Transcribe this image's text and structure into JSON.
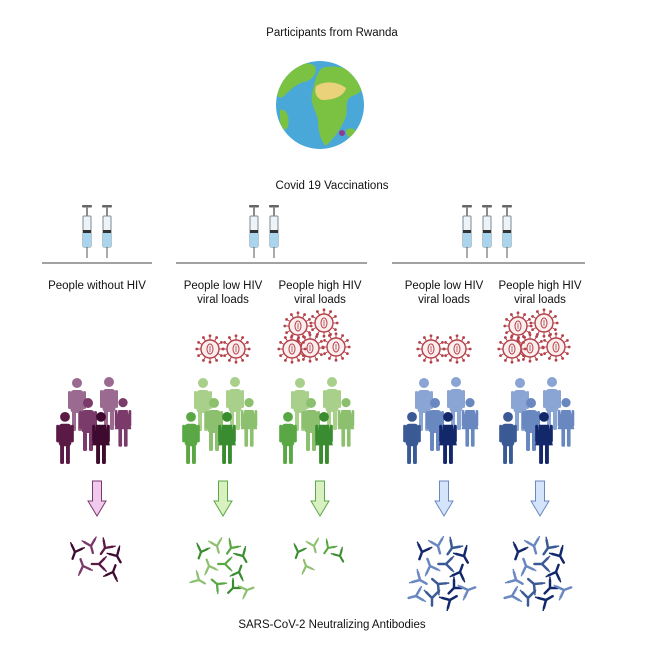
{
  "header": {
    "title": "Participants from Rwanda"
  },
  "vaccination": {
    "label": "Covid 19 Vaccinations"
  },
  "groups": [
    {
      "label": "People without HIV",
      "syringes": 2,
      "viruses": 0,
      "palette": "purple"
    },
    {
      "label_line1": "People low HIV",
      "label_line2": "viral loads",
      "syringes": 2,
      "viruses": 2,
      "palette": "green"
    },
    {
      "label_line1": "People high HIV",
      "label_line2": "viral loads",
      "syringes": 2,
      "viruses": 5,
      "palette": "green"
    },
    {
      "label_line1": "People low HIV",
      "label_line2": "viral loads",
      "syringes": 3,
      "viruses": 2,
      "palette": "blue"
    },
    {
      "label_line1": "People high HIV",
      "label_line2": "viral loads",
      "syringes": 3,
      "viruses": 5,
      "palette": "blue"
    }
  ],
  "footer": {
    "label": "SARS-CoV-2 Neutralizing Antibodies"
  },
  "colors": {
    "ocean": "#4aa8d8",
    "land": "#7cc242",
    "desert": "#e9d27a",
    "rwanda_marker": "#8e3a8e",
    "virus": "#b5424a",
    "purple": [
      "#9a6a90",
      "#7a3a6a",
      "#5a1a45",
      "#3e0a30"
    ],
    "green": [
      "#a8d08a",
      "#8cc06e",
      "#5aa845",
      "#3a8c30"
    ],
    "blue": [
      "#8aa4d4",
      "#6a88c0",
      "#3a5a95",
      "#12286a"
    ],
    "arrow_purple": "#f0c9ec",
    "arrow_green": "#d9f0c0",
    "arrow_blue": "#d4e4fa"
  }
}
